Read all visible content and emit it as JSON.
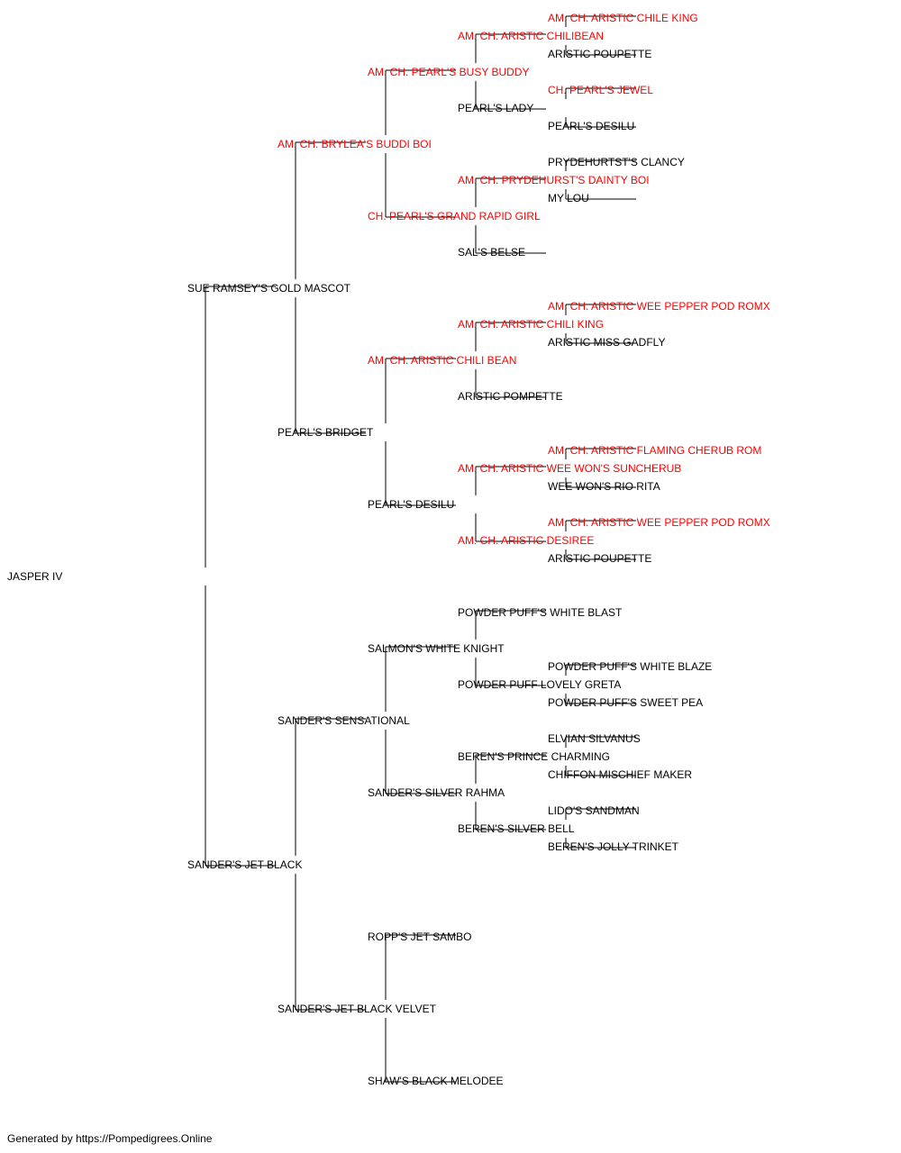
{
  "colors": {
    "champion": "#ff0000",
    "normal": "#000000",
    "line": "#000000"
  },
  "footer": "Generated by https://Pompedigrees.Online",
  "pedigree": {
    "name": "JASPER IV",
    "sire": {
      "name": "SUE RAMSEY'S GOLD MASCOT",
      "sire": {
        "name": "AM. CH. BRYLEA'S BUDDI BOI",
        "champion": true,
        "sire": {
          "name": "AM. CH. PEARL'S BUSY BUDDY",
          "champion": true,
          "sire": {
            "name": "AM. CH. ARISTIC CHILIBEAN",
            "champion": true,
            "sire": {
              "name": "AM. CH. ARISTIC CHILE KING",
              "champion": true
            },
            "dam": {
              "name": "ARISTIC POUPETTE"
            }
          },
          "dam": {
            "name": "PEARL'S LADY",
            "sire": {
              "name": "CH. PEARL'S JEWEL",
              "champion": true
            },
            "dam": {
              "name": "PEARL'S DESILU"
            }
          }
        },
        "dam": {
          "name": "CH. PEARL'S GRAND RAPID GIRL",
          "champion": true,
          "sire": {
            "name": "AM. CH. PRYDEHURST'S DAINTY BOI",
            "champion": true,
            "sire": {
              "name": "PRYDEHURTST'S CLANCY"
            },
            "dam": {
              "name": "MY LOU"
            }
          },
          "dam": {
            "name": "SAL'S BELSE"
          }
        }
      },
      "dam": {
        "name": "PEARL'S BRIDGET",
        "sire": {
          "name": "AM. CH. ARISTIC CHILI BEAN",
          "champion": true,
          "sire": {
            "name": "AM. CH. ARISTIC CHILI KING",
            "champion": true,
            "sire": {
              "name": "AM. CH. ARISTIC WEE PEPPER POD ROMX",
              "champion": true
            },
            "dam": {
              "name": "ARISTIC MISS GADFLY"
            }
          },
          "dam": {
            "name": "ARISTIC POMPETTE"
          }
        },
        "dam": {
          "name": "PEARL'S DESILU",
          "sire": {
            "name": "AM. CH. ARISTIC WEE WON'S SUNCHERUB",
            "champion": true,
            "sire": {
              "name": "AM. CH. ARISTIC FLAMING CHERUB ROM",
              "champion": true
            },
            "dam": {
              "name": "WEE WON'S RIO RITA"
            }
          },
          "dam": {
            "name": "AM. CH. ARISTIC DESIREE",
            "champion": true,
            "sire": {
              "name": "AM. CH. ARISTIC WEE PEPPER POD ROMX",
              "champion": true
            },
            "dam": {
              "name": "ARISTIC POUPETTE"
            }
          }
        }
      }
    },
    "dam": {
      "name": "SANDER'S JET BLACK",
      "sire": {
        "name": "SANDER'S SENSATIONAL",
        "sire": {
          "name": "SALMON'S WHITE KNIGHT",
          "sire": {
            "name": "POWDER PUFF'S WHITE BLAST"
          },
          "dam": {
            "name": "POWDER PUFF LOVELY GRETA",
            "sire": {
              "name": "POWDER PUFF'S WHITE BLAZE"
            },
            "dam": {
              "name": "POWDER PUFF'S SWEET PEA"
            }
          }
        },
        "dam": {
          "name": "SANDER'S SILVER RAHMA",
          "sire": {
            "name": "BEREN'S PRINCE CHARMING",
            "sire": {
              "name": "ELVIAN SILVANUS"
            },
            "dam": {
              "name": "CHIFFON MISCHIEF MAKER"
            }
          },
          "dam": {
            "name": "BEREN'S SILVER BELL",
            "sire": {
              "name": "LIDO'S SANDMAN"
            },
            "dam": {
              "name": "BEREN'S JOLLY TRINKET"
            }
          }
        }
      },
      "dam": {
        "name": "SANDER'S JET BLACK VELVET",
        "sire": {
          "name": "ROPP'S JET SAMBO"
        },
        "dam": {
          "name": "SHAW'S BLACK MELODEE"
        }
      }
    }
  }
}
